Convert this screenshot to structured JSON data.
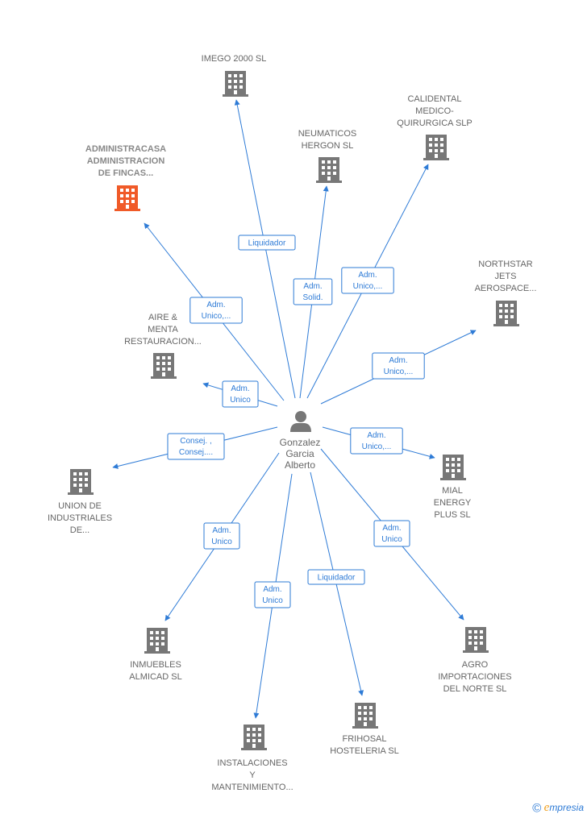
{
  "center": {
    "name_lines": [
      "Gonzalez",
      "Garcia",
      "Alberto"
    ],
    "icon": "person-icon"
  },
  "companies": [
    {
      "id": "imego",
      "lines": [
        "IMEGO 2000 SL"
      ],
      "icon": "building-icon"
    },
    {
      "id": "calidental",
      "lines": [
        "CALIDENTAL",
        "MEDICO-",
        "QUIRURGICA SLP"
      ],
      "icon": "building-icon"
    },
    {
      "id": "neumaticos",
      "lines": [
        "NEUMATICOS",
        "HERGON  SL"
      ],
      "icon": "building-icon"
    },
    {
      "id": "administracasa",
      "lines": [
        "ADMINISTRACASA",
        "ADMINISTRACION",
        "DE FINCAS..."
      ],
      "icon": "building-icon",
      "highlight": true
    },
    {
      "id": "northstar",
      "lines": [
        "NORTHSTAR",
        "JETS",
        "AEROSPACE..."
      ],
      "icon": "building-icon"
    },
    {
      "id": "aire",
      "lines": [
        "AIRE &",
        "MENTA",
        "RESTAURACION..."
      ],
      "icon": "building-icon"
    },
    {
      "id": "union",
      "lines": [
        "UNION DE",
        "INDUSTRIALES",
        "DE..."
      ],
      "icon": "building-icon"
    },
    {
      "id": "mial",
      "lines": [
        "MIAL",
        "ENERGY",
        "PLUS  SL"
      ],
      "icon": "building-icon"
    },
    {
      "id": "inmuebles",
      "lines": [
        "INMUEBLES",
        "ALMICAD  SL"
      ],
      "icon": "building-icon"
    },
    {
      "id": "agro",
      "lines": [
        "AGRO",
        "IMPORTACIONES",
        "DEL NORTE  SL"
      ],
      "icon": "building-icon"
    },
    {
      "id": "frihosal",
      "lines": [
        "FRIHOSAL",
        "HOSTELERIA SL"
      ],
      "icon": "building-icon"
    },
    {
      "id": "instalaciones",
      "lines": [
        "INSTALACIONES",
        "Y",
        "MANTENIMIENTO..."
      ],
      "icon": "building-icon"
    }
  ],
  "relations": [
    {
      "target": "imego",
      "lines": [
        "Liquidador"
      ]
    },
    {
      "target": "neumaticos",
      "lines": [
        "Adm.",
        "Solid."
      ]
    },
    {
      "target": "calidental",
      "lines": [
        "Adm.",
        "Unico,..."
      ]
    },
    {
      "target": "administracasa",
      "lines": [
        "Adm.",
        "Unico,..."
      ]
    },
    {
      "target": "northstar",
      "lines": [
        "Adm.",
        "Unico,..."
      ]
    },
    {
      "target": "aire",
      "lines": [
        "Adm.",
        "Unico"
      ]
    },
    {
      "target": "union",
      "lines": [
        "Consej. ,",
        "Consej...."
      ]
    },
    {
      "target": "mial",
      "lines": [
        "Adm.",
        "Unico,..."
      ]
    },
    {
      "target": "inmuebles",
      "lines": [
        "Adm.",
        "Unico"
      ]
    },
    {
      "target": "agro",
      "lines": [
        "Adm.",
        "Unico"
      ]
    },
    {
      "target": "frihosal",
      "lines": [
        "Liquidador"
      ]
    },
    {
      "target": "instalaciones",
      "lines": [
        "Adm.",
        "Unico"
      ]
    }
  ],
  "colors": {
    "edge": "#2e7bd6",
    "building": "#777777",
    "building_highlight": "#f05a28",
    "label": "#666666"
  },
  "footer": {
    "copyright": "©",
    "brand_initial": "e",
    "brand_rest": "mpresia"
  }
}
